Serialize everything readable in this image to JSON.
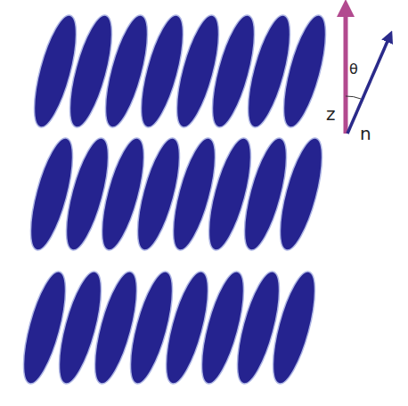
{
  "diagram": {
    "labels": [
      "θ",
      "z",
      "n"
    ]
  }
}
